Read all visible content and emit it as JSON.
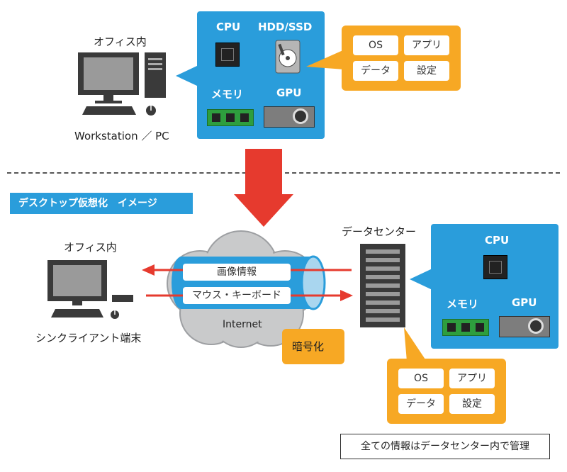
{
  "top": {
    "office_label": "オフィス内",
    "pc_label": "Workstation ／ PC",
    "hardware": {
      "cpu": "CPU",
      "storage": "HDD/SSD",
      "memory": "メモリ",
      "gpu": "GPU"
    },
    "software": [
      "OS",
      "アプリ",
      "データ",
      "設定"
    ]
  },
  "banner": "デスクトップ仮想化　イメージ",
  "bottom": {
    "office_label": "オフィス内",
    "client_label": "シンクライアント端末",
    "tunnel": {
      "screen_info": "画像情報",
      "input": "マウス・キーボード"
    },
    "internet_label": "Internet",
    "encryption_label": "暗号化",
    "datacenter_label": "データセンター",
    "hardware": {
      "cpu": "CPU",
      "memory": "メモリ",
      "gpu": "GPU"
    },
    "software": [
      "OS",
      "アプリ",
      "データ",
      "設定"
    ],
    "footer": "全ての情報はデータセンター内で管理"
  },
  "colors": {
    "panel_blue": "#2a9ddb",
    "accent_orange": "#f7a824",
    "arrow_red": "#e63a2e"
  }
}
